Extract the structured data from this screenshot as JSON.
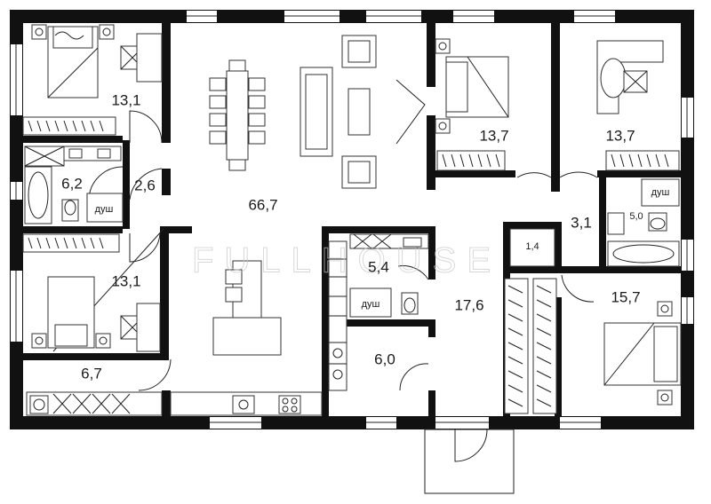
{
  "rooms": [
    {
      "id": "bedroom-nw",
      "area": "13,1"
    },
    {
      "id": "bathroom-w",
      "area": "6,2"
    },
    {
      "id": "hall-w",
      "area": "2,6"
    },
    {
      "id": "living",
      "area": "66,7"
    },
    {
      "id": "bedroom-w2",
      "area": "13,1"
    },
    {
      "id": "utility-w",
      "area": "6,7"
    },
    {
      "id": "bathroom-c",
      "area": "5,4"
    },
    {
      "id": "storage-c",
      "area": "6,0"
    },
    {
      "id": "corridor",
      "area": "17,6"
    },
    {
      "id": "bedroom-n1",
      "area": "13,7"
    },
    {
      "id": "bedroom-ne",
      "area": "13,7"
    },
    {
      "id": "hall-e",
      "area": "3,1"
    },
    {
      "id": "closet-e",
      "area": "1,4"
    },
    {
      "id": "bathroom-e",
      "area": "5,0"
    },
    {
      "id": "bedroom-se",
      "area": "15,7"
    }
  ],
  "shower_label": "душ",
  "watermark": "FULLHOUSE"
}
